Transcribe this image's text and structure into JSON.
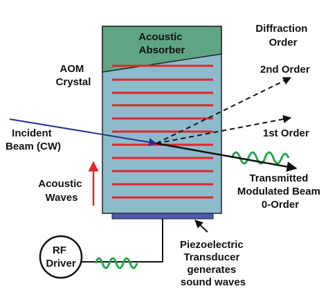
{
  "labels": {
    "absorber": [
      "Acoustic",
      "Absorber"
    ],
    "crystal": [
      "AOM",
      "Crystal"
    ],
    "diffraction_order": [
      "Diffraction",
      "Order"
    ],
    "second_order": "2nd Order",
    "first_order": "1st Order",
    "incident": [
      "Incident",
      "Beam (CW)"
    ],
    "acoustic_waves": [
      "Acoustic",
      "Waves"
    ],
    "transmitted": [
      "Transmitted",
      "Modulated Beam",
      "0-Order"
    ],
    "transducer": [
      "Piezoelectric",
      "Transducer",
      "generates",
      "sound waves"
    ],
    "rf_driver": [
      "RF",
      "Driver"
    ]
  },
  "colors": {
    "crystal_fill": "#8cbccb",
    "absorber_fill": "#5fa584",
    "grating_lines": "#e2262a",
    "incident_beam": "#2a2f8f",
    "transducer_fill": "#4e5ab0",
    "sound_wave": "#1fa84a",
    "acoustic_arrow": "#e2262a",
    "beams": "#111111"
  }
}
